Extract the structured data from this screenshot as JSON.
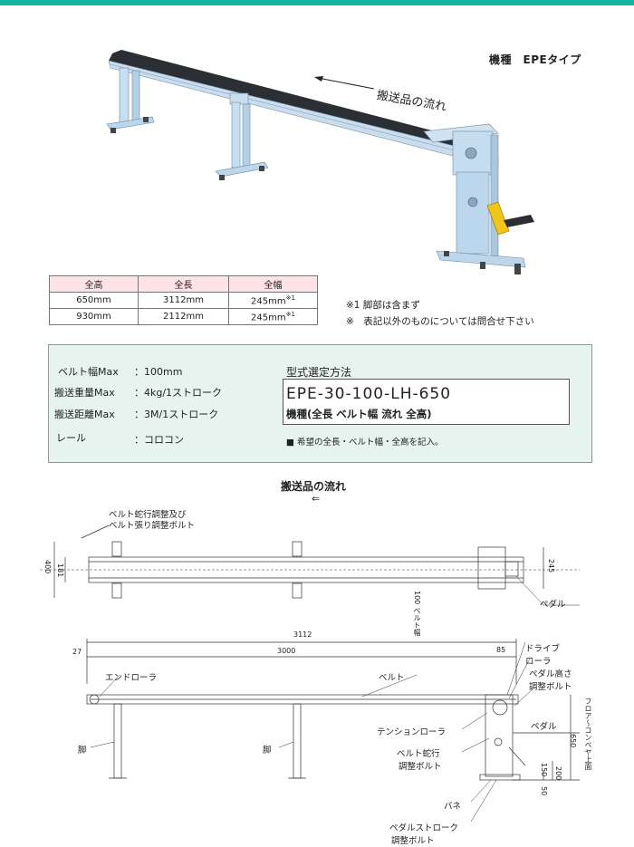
{
  "header": {
    "model_label": "機種　EPEタイプ",
    "flow_label": "搬送品の流れ"
  },
  "spec_table": {
    "headers": [
      "全高",
      "全長",
      "全幅"
    ],
    "rows": [
      [
        "650mm",
        "3112mm",
        "245mm",
        "※1"
      ],
      [
        "930mm",
        "2112mm",
        "245mm",
        "※1"
      ]
    ]
  },
  "notes": [
    "※1 脚部は含まず",
    "※　表記以外のものについては問合せ下さい"
  ],
  "specs": [
    {
      "label": "ベルト幅Max",
      "value": "：100mm"
    },
    {
      "label": "搬送重量Max",
      "value": "：4kg/1ストローク"
    },
    {
      "label": "搬送距離Max",
      "value": "：3M/1ストローク"
    },
    {
      "label": "レール",
      "value": "：コロコン"
    }
  ],
  "selection": {
    "title": "型式選定方法",
    "code": "EPE-30-100-LH-650",
    "code_desc": "機種(全長 ベルト幅 流れ 全高)",
    "note": "■ 希望の全長・ベルト幅・全高を記入。"
  },
  "drawing": {
    "flow_label": "搬送品の流れ",
    "flow_arrow": "⇐",
    "top_view": {
      "label_adjust1": "ベルト蛇行調整及び",
      "label_adjust2": "ベルト張り調整ボルト",
      "dim_400": "400",
      "dim_181": "181",
      "dim_245": "245",
      "belt_width": "100 ベルト幅",
      "pedal": "ペダル"
    },
    "side_view": {
      "dim_3112": "3112",
      "dim_27": "27",
      "dim_3000": "3000",
      "dim_85": "85",
      "end_roller": "エンドローラ",
      "belt": "ベルト",
      "drive1": "ドライブ",
      "drive2": "ローラ",
      "pedal_h1": "ペダル高さ",
      "pedal_h2": "調整ボルト",
      "pedal": "ペダル",
      "tension": "テンションローラ",
      "snake1": "ベルト蛇行",
      "snake2": "調整ボルト",
      "leg1": "脚",
      "leg2": "脚",
      "spring": "バネ",
      "stroke1": "ペダルストローク",
      "stroke2": "調整ボルト",
      "dim_650": "650",
      "dim_150": "150",
      "dim_200": "200",
      "dim_50": "50",
      "floor": "フロア～コンベヤ上面"
    }
  },
  "colors": {
    "accent": "#14b7a3",
    "table_header": "#fde3e6",
    "panel": "#e6f3ee",
    "machine_blue": "#bfd9ef",
    "pedal_yellow": "#f0c419"
  }
}
